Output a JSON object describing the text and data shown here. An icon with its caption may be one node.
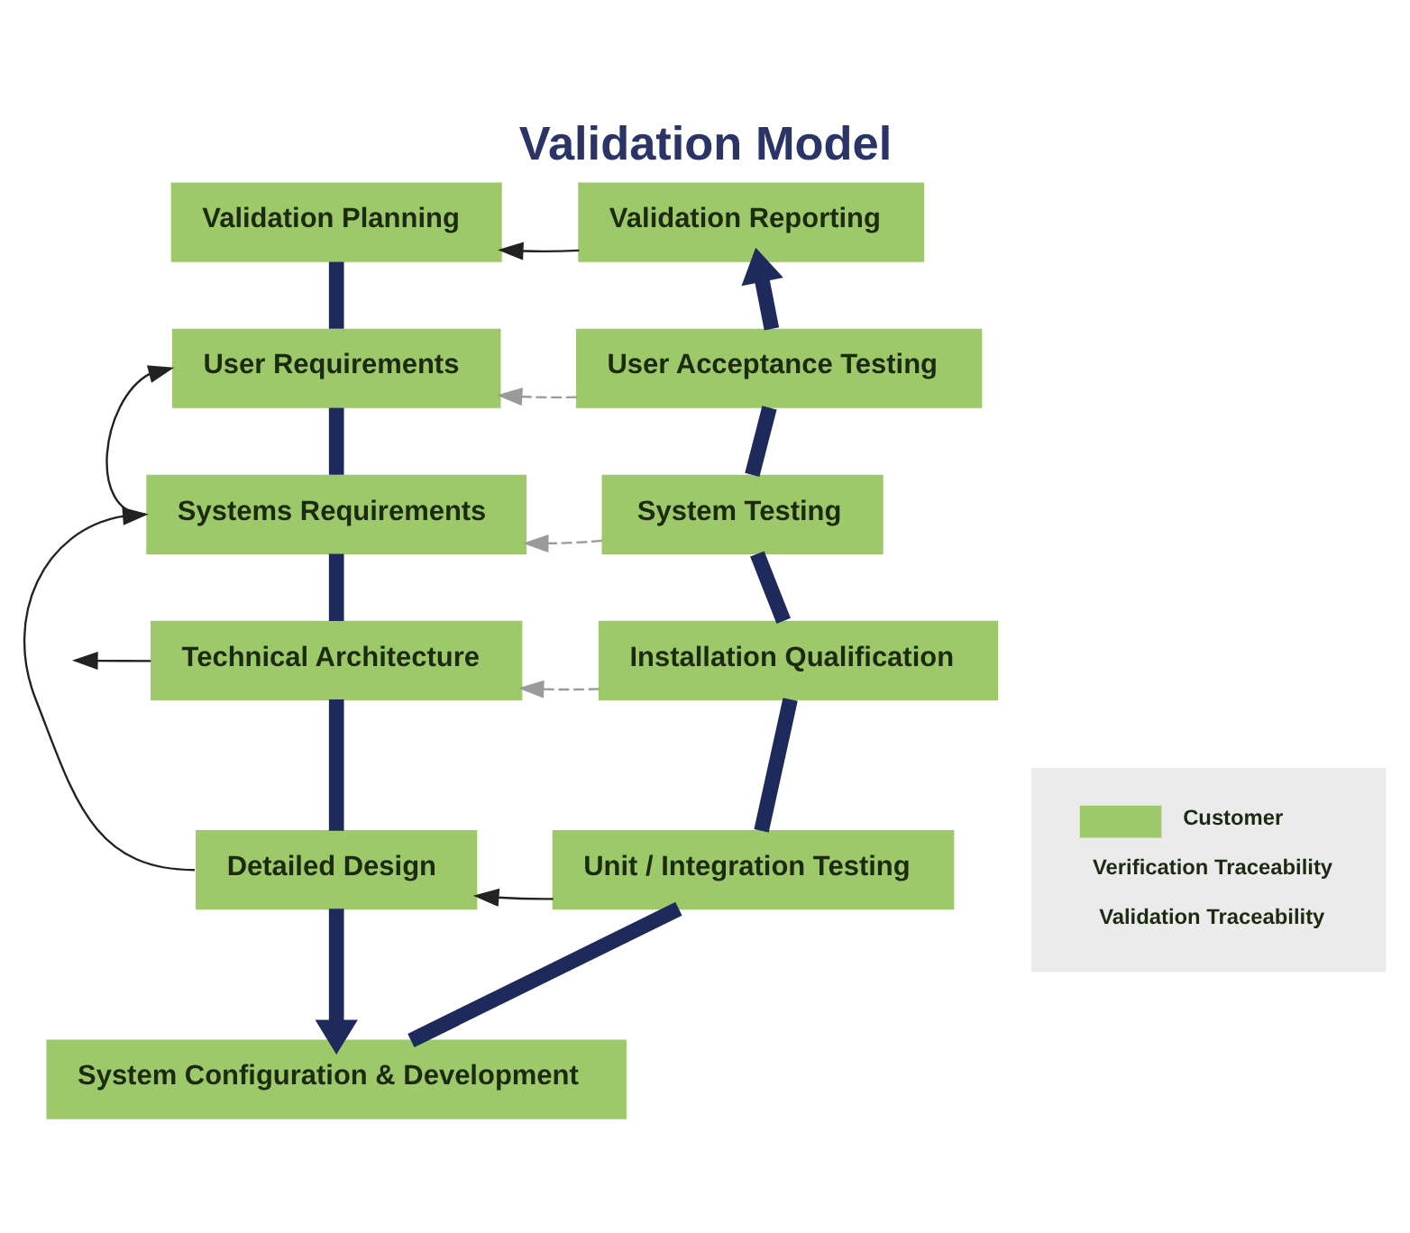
{
  "diagram": {
    "title": "Validation Model",
    "nodes": [
      {
        "text": [
          "Validation Planning"
        ]
      },
      {
        "text": [
          "User Requirements"
        ]
      },
      {
        "text": [
          "Systems Requirements"
        ]
      },
      {
        "text": [
          "Technical Architecture"
        ]
      },
      {
        "text": [
          "Detailed Design"
        ]
      },
      {
        "text": [
          "System Configuration & Development"
        ]
      },
      {
        "text": [
          "Unit / Integration Testing"
        ]
      },
      {
        "text": [
          "Installation Qualification"
        ]
      },
      {
        "text": [
          "System Testing"
        ]
      },
      {
        "text": [
          "User Acceptance Testing"
        ]
      },
      {
        "text": [
          "Validation Reporting"
        ]
      }
    ],
    "edges": [
      {
        "from": 0,
        "to": 1,
        "arrow": "none"
      },
      {
        "from": 1,
        "to": 2,
        "arrow": "none"
      },
      {
        "from": 2,
        "to": 3,
        "arrow": "none"
      },
      {
        "from": 3,
        "to": 4,
        "arrow": "none"
      },
      {
        "from": 4,
        "to": 5,
        "arrow": "to"
      },
      {
        "from": 5,
        "to": 6,
        "arrow": "none"
      },
      {
        "from": 6,
        "to": 7,
        "arrow": "none"
      },
      {
        "from": 7,
        "to": 8,
        "arrow": "none"
      },
      {
        "from": 8,
        "to": 9,
        "arrow": "none"
      },
      {
        "from": 9,
        "to": 10,
        "arrow": "to"
      },
      {
        "from": 10,
        "to": 0,
        "arrow": "to",
        "color": "#222222"
      },
      {
        "from": 9,
        "to": 1,
        "arrow": "to",
        "style": "dashed",
        "color": "#9a9a9a"
      },
      {
        "from": 8,
        "to": 2,
        "arrow": "to",
        "style": "dashed",
        "color": "#9a9a9a"
      },
      {
        "from": 7,
        "to": 3,
        "arrow": "to",
        "style": "dashed",
        "color": "#9a9a9a"
      },
      {
        "from": 6,
        "to": 4,
        "arrow": "to",
        "color": "#222222"
      },
      {
        "from": 2,
        "to": 1,
        "arrow": "to",
        "color": "#222222"
      },
      {
        "from": 4,
        "to": 2,
        "arrow": "to",
        "color": "#222222"
      },
      {
        "from": 3,
        "to": null,
        "arrow": "to",
        "color": "#222222"
      }
    ],
    "legend": [
      {
        "text": "Customer",
        "color": "#9dc96a"
      },
      {
        "text": "Verification Traceability"
      },
      {
        "text": "Validation Traceability"
      }
    ]
  }
}
